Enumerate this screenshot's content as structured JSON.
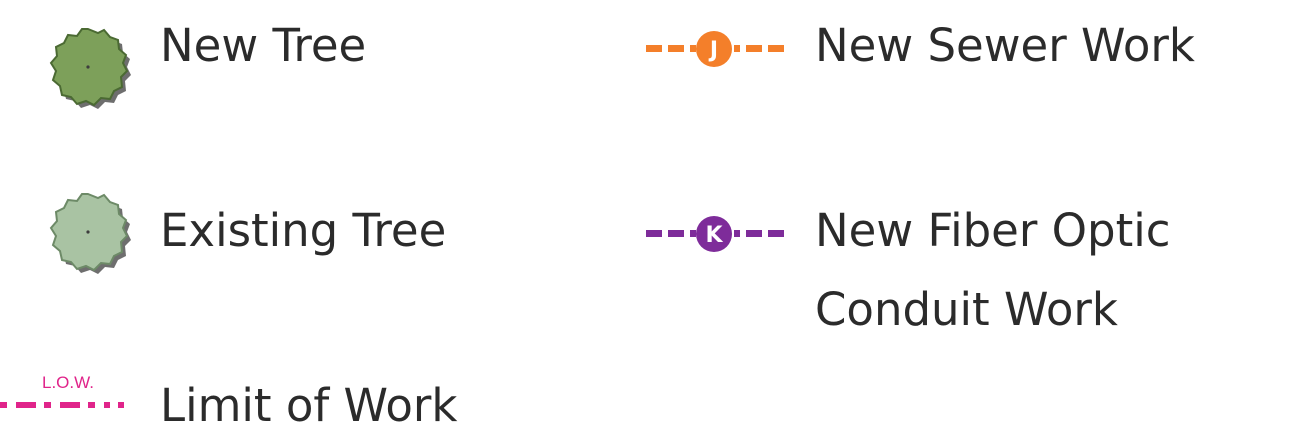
{
  "legend": {
    "new_tree": {
      "label": "New Tree",
      "icon": "tree-icon",
      "color": "#7da05a"
    },
    "existing_tree": {
      "label": "Existing Tree",
      "icon": "tree-icon",
      "color": "#a9c3a3"
    },
    "limit_of_work": {
      "label": "Limit of Work",
      "badge": "L.O.W.",
      "color": "#e0248a"
    },
    "new_sewer_work": {
      "label": "New Sewer Work",
      "badge": "J",
      "color": "#f47f2a"
    },
    "new_fiber_optic": {
      "label_line1": "New Fiber Optic",
      "label_line2": "Conduit Work",
      "badge": "K",
      "color": "#7e2c9a"
    }
  }
}
